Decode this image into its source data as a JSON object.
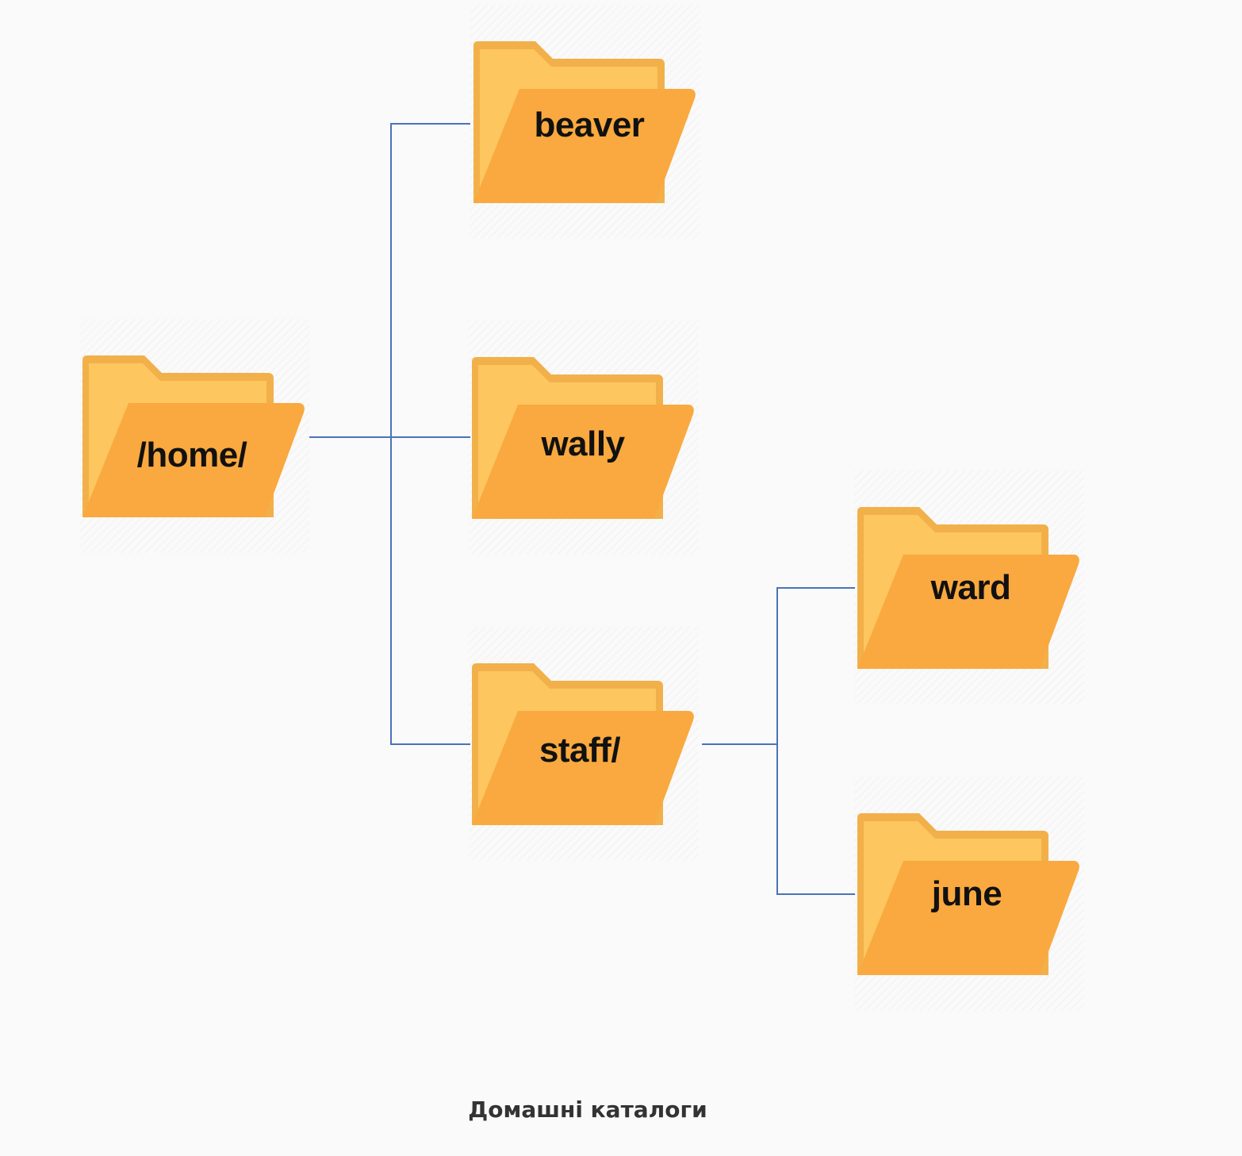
{
  "diagram": {
    "folder_colors": {
      "back": "#fdc65f",
      "back_edge": "#f2b04a",
      "tab_inner": "#f7bf59",
      "front": "#f9a93f"
    },
    "connector_color": "#4a73b8",
    "nodes": {
      "home": "/home/",
      "beaver": "beaver",
      "wally": "wally",
      "staff": "staff/",
      "ward": "ward",
      "june": "june"
    }
  },
  "caption": "Домашні каталоги"
}
